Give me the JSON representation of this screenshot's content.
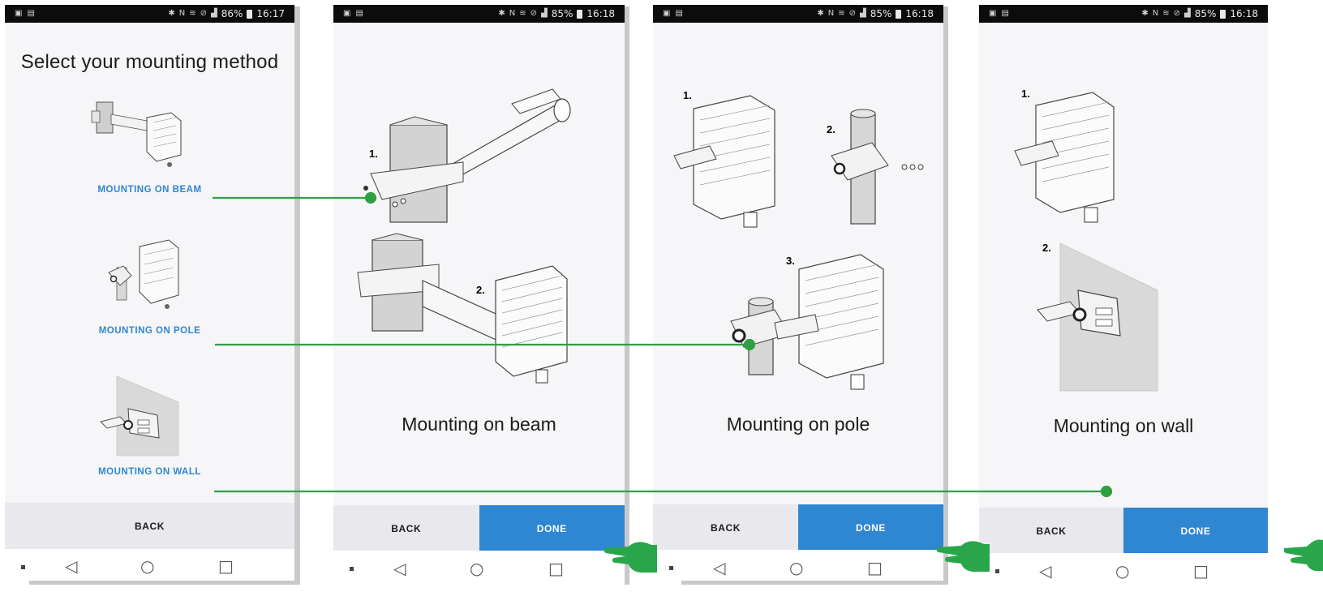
{
  "screens": [
    {
      "status": {
        "battery": "86%",
        "time": "16:17"
      },
      "title": "Select your mounting method",
      "options": [
        {
          "label": "MOUNTING ON BEAM"
        },
        {
          "label": "MOUNTING ON POLE"
        },
        {
          "label": "MOUNTING ON WALL"
        }
      ],
      "buttons": {
        "back": "BACK"
      }
    },
    {
      "status": {
        "battery": "85%",
        "time": "16:18"
      },
      "steps": [
        "1.",
        "2."
      ],
      "caption": "Mounting on beam",
      "buttons": {
        "back": "BACK",
        "done": "DONE"
      }
    },
    {
      "status": {
        "battery": "85%",
        "time": "16:18"
      },
      "steps": [
        "1.",
        "2.",
        "3."
      ],
      "caption": "Mounting on pole",
      "buttons": {
        "back": "BACK",
        "done": "DONE"
      }
    },
    {
      "status": {
        "battery": "85%",
        "time": "16:18"
      },
      "steps": [
        "1.",
        "2."
      ],
      "caption": "Mounting on wall",
      "buttons": {
        "back": "BACK",
        "done": "DONE"
      }
    }
  ],
  "colors": {
    "accent": "#2f86d1",
    "connector": "#2ea043",
    "hand": "#2aa64a"
  },
  "icons": [
    "image-icon",
    "sim-icon",
    "bluetooth-icon",
    "nfc-icon",
    "wifi-icon",
    "mute-icon",
    "signal-icon",
    "battery-icon",
    "nav-back-icon",
    "nav-home-icon",
    "nav-recents-icon",
    "pointing-hand-icon"
  ]
}
